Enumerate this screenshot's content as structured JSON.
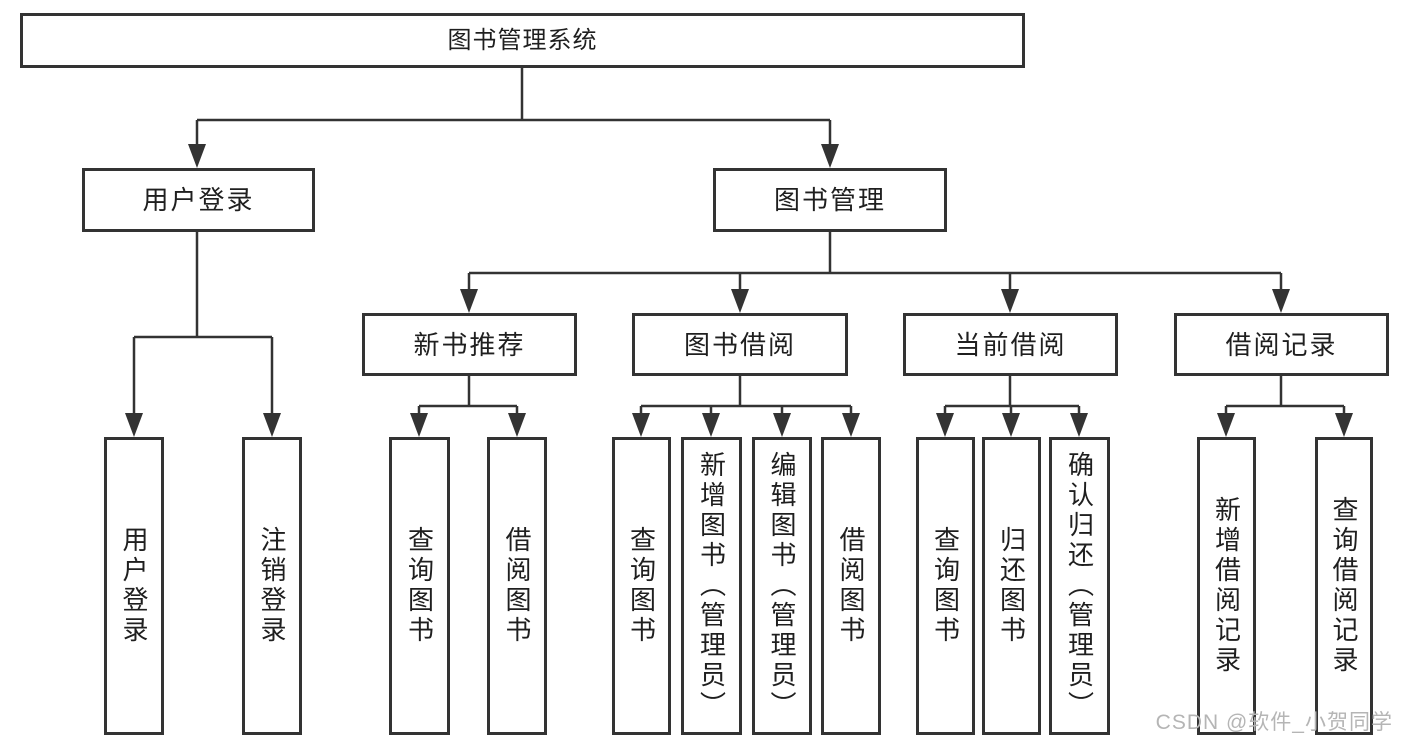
{
  "colors": {
    "line": "#333333",
    "text": "#1f1f1f",
    "watermark": "#b5b5b5",
    "bg": "#ffffff"
  },
  "watermark": {
    "text": "CSDN @软件_小贺同学"
  },
  "diagram": {
    "type": "hierarchy-tree",
    "root": {
      "label": "图书管理系统"
    },
    "level2": [
      {
        "label": "用户登录",
        "children": [
          {
            "label": "用户登录"
          },
          {
            "label": "注销登录"
          }
        ]
      },
      {
        "label": "图书管理",
        "children": [
          {
            "label": "新书推荐",
            "children": [
              {
                "label": "查询图书"
              },
              {
                "label": "借阅图书"
              }
            ]
          },
          {
            "label": "图书借阅",
            "children": [
              {
                "label": "查询图书"
              },
              {
                "label": "新增图书（管理员）"
              },
              {
                "label": "编辑图书（管理员）"
              },
              {
                "label": "借阅图书"
              }
            ]
          },
          {
            "label": "当前借阅",
            "children": [
              {
                "label": "查询图书"
              },
              {
                "label": "归还图书"
              },
              {
                "label": "确认归还（管理员）"
              }
            ]
          },
          {
            "label": "借阅记录",
            "children": [
              {
                "label": "新增借阅记录"
              },
              {
                "label": "查询借阅记录"
              }
            ]
          }
        ]
      }
    ]
  }
}
